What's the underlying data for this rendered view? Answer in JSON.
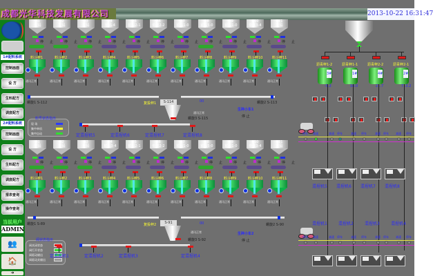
{
  "header": {
    "company": "成都光华科技发展有限公司",
    "datetime": "2013-10-22 16:31:47"
  },
  "sidebar": {
    "sections": [
      "1#配料系统",
      "2#配料系统"
    ],
    "buttons": [
      "控制画面",
      "设 方",
      "生料配方",
      "调度配方",
      "控制画面",
      "设 方",
      "生料配方",
      "调度配方",
      "报表查询",
      "操作查询"
    ],
    "user_label": "当前用户",
    "user": "ADMIN",
    "icons": [
      "login-icon",
      "home-icon",
      "exit-icon"
    ]
  },
  "line1": {
    "silos": [
      {
        "id": "A1",
        "name": "钦码"
      },
      {
        "id": "A2",
        "name": "钦码"
      },
      {
        "id": "A3",
        "name": "钦码"
      },
      {
        "id": "A4",
        "name": "钦码-4"
      },
      {
        "id": "A5",
        "name": "钦码2-1"
      },
      {
        "id": "A6",
        "name": "中线2-2"
      },
      {
        "id": "A7",
        "name": "钦码1-0"
      },
      {
        "id": "A8",
        "name": "钦码5-0"
      },
      {
        "id": "A9",
        "name": "钦码1-0"
      },
      {
        "id": "A10",
        "name": "中线3-4"
      },
      {
        "id": "A11",
        "name": "钦码"
      }
    ],
    "hoppers": [
      "料斗秤1",
      "料斗秤2",
      "料斗秤3",
      "料斗秤4",
      "料斗秤5",
      "料斗秤6",
      "料斗秤7",
      "料斗秤8",
      "料斗秤9",
      "料斗秤10",
      "料斗秤11"
    ],
    "stop_label": "停",
    "start_label": "止",
    "comm_status": "通讯正常",
    "conveyor_left": "螺旋1 S-112",
    "conveyor_right": "螺旋2 S-113",
    "conveyor_bottom": "螺旋3 S-115",
    "mix_scale": "复投秤1",
    "mix_scale_id": "S-114",
    "mix_value": "00",
    "mix_status": "通讯正常",
    "cart_label": "生碎小车1",
    "cart_status": "停 止",
    "mixers": [
      "定混捏机5",
      "定混捏机6",
      "定混捏机7",
      "定混捏机8"
    ]
  },
  "material_legend": {
    "title": "料号状态指示",
    "rows": [
      {
        "label": "现 场",
        "color": "#2a3aff"
      },
      {
        "label": "集中单机",
        "color": "#ffff30"
      },
      {
        "label": "集中自动",
        "color": "#30e030"
      }
    ]
  },
  "line2": {
    "silos": [
      {
        "id": "B1",
        "name": "钦码"
      },
      {
        "id": "B2",
        "name": "钦码"
      },
      {
        "id": "B3",
        "name": "钦码"
      },
      {
        "id": "B4",
        "name": "钦码3-4"
      },
      {
        "id": "B5",
        "name": "钦码2-1"
      },
      {
        "id": "B6",
        "name": "中线2-2"
      },
      {
        "id": "B7",
        "name": "钦码1-0"
      },
      {
        "id": "B8",
        "name": "钦码5-0"
      },
      {
        "id": "B9",
        "name": "钦码1-0"
      },
      {
        "id": "B10",
        "name": "中线3-4"
      },
      {
        "id": "B11",
        "name": "钦码"
      }
    ],
    "hoppers": [
      "料斗秤1",
      "料斗秤2",
      "料斗秤3",
      "料斗秤4",
      "料斗秤5",
      "料斗秤6",
      "料斗秤7",
      "料斗秤8",
      "料斗秤9",
      "料斗秤10",
      "料斗秤11"
    ],
    "comm_status": "通讯正常",
    "conveyor_left": "螺旋1 S-89",
    "conveyor_right": "螺旋2 S-90",
    "conveyor_bottom": "螺旋3 S-92",
    "mix_scale": "复投秤2",
    "mix_scale_id": "S-91",
    "mix_value": "00",
    "mix_status": "通讯正常",
    "cart_label": "生碎小车2",
    "cart_status": "停 止",
    "mixers": [
      "定混捏机1",
      "定混捏机2",
      "定混捏机3",
      "定混捏机4"
    ]
  },
  "valve_legend": {
    "title": "阀状态指示",
    "rows": [
      {
        "label": "阀关闭状态",
        "color": "#e01818"
      },
      {
        "label": "阀打开状态",
        "color": "#30e030"
      },
      {
        "label": "阀驱动输出",
        "color": "#30e030"
      },
      {
        "label": "阀驱动关输出",
        "color": "#9a9a9a"
      }
    ]
  },
  "tanks": [
    {
      "label": "沥青秤1-2",
      "num": "3#",
      "value": "-5.2"
    },
    {
      "label": "沥青秤1-1",
      "num": "1#",
      "value": "16.0"
    },
    {
      "label": "沥青秤2-2",
      "num": "4#",
      "value": "21.7"
    },
    {
      "label": "沥青秤2-1",
      "num": "2#",
      "value": "713.2"
    }
  ],
  "rail_labels": {
    "stop": "停车",
    "slow": "减速"
  },
  "right_mixers_top": [
    "混捏机5",
    "混捏机6",
    "混捏机7",
    "混捏机8"
  ],
  "right_mixers_bottom": [
    "混捏机1",
    "混捏机2",
    "混捏机3",
    "混捏机4"
  ]
}
